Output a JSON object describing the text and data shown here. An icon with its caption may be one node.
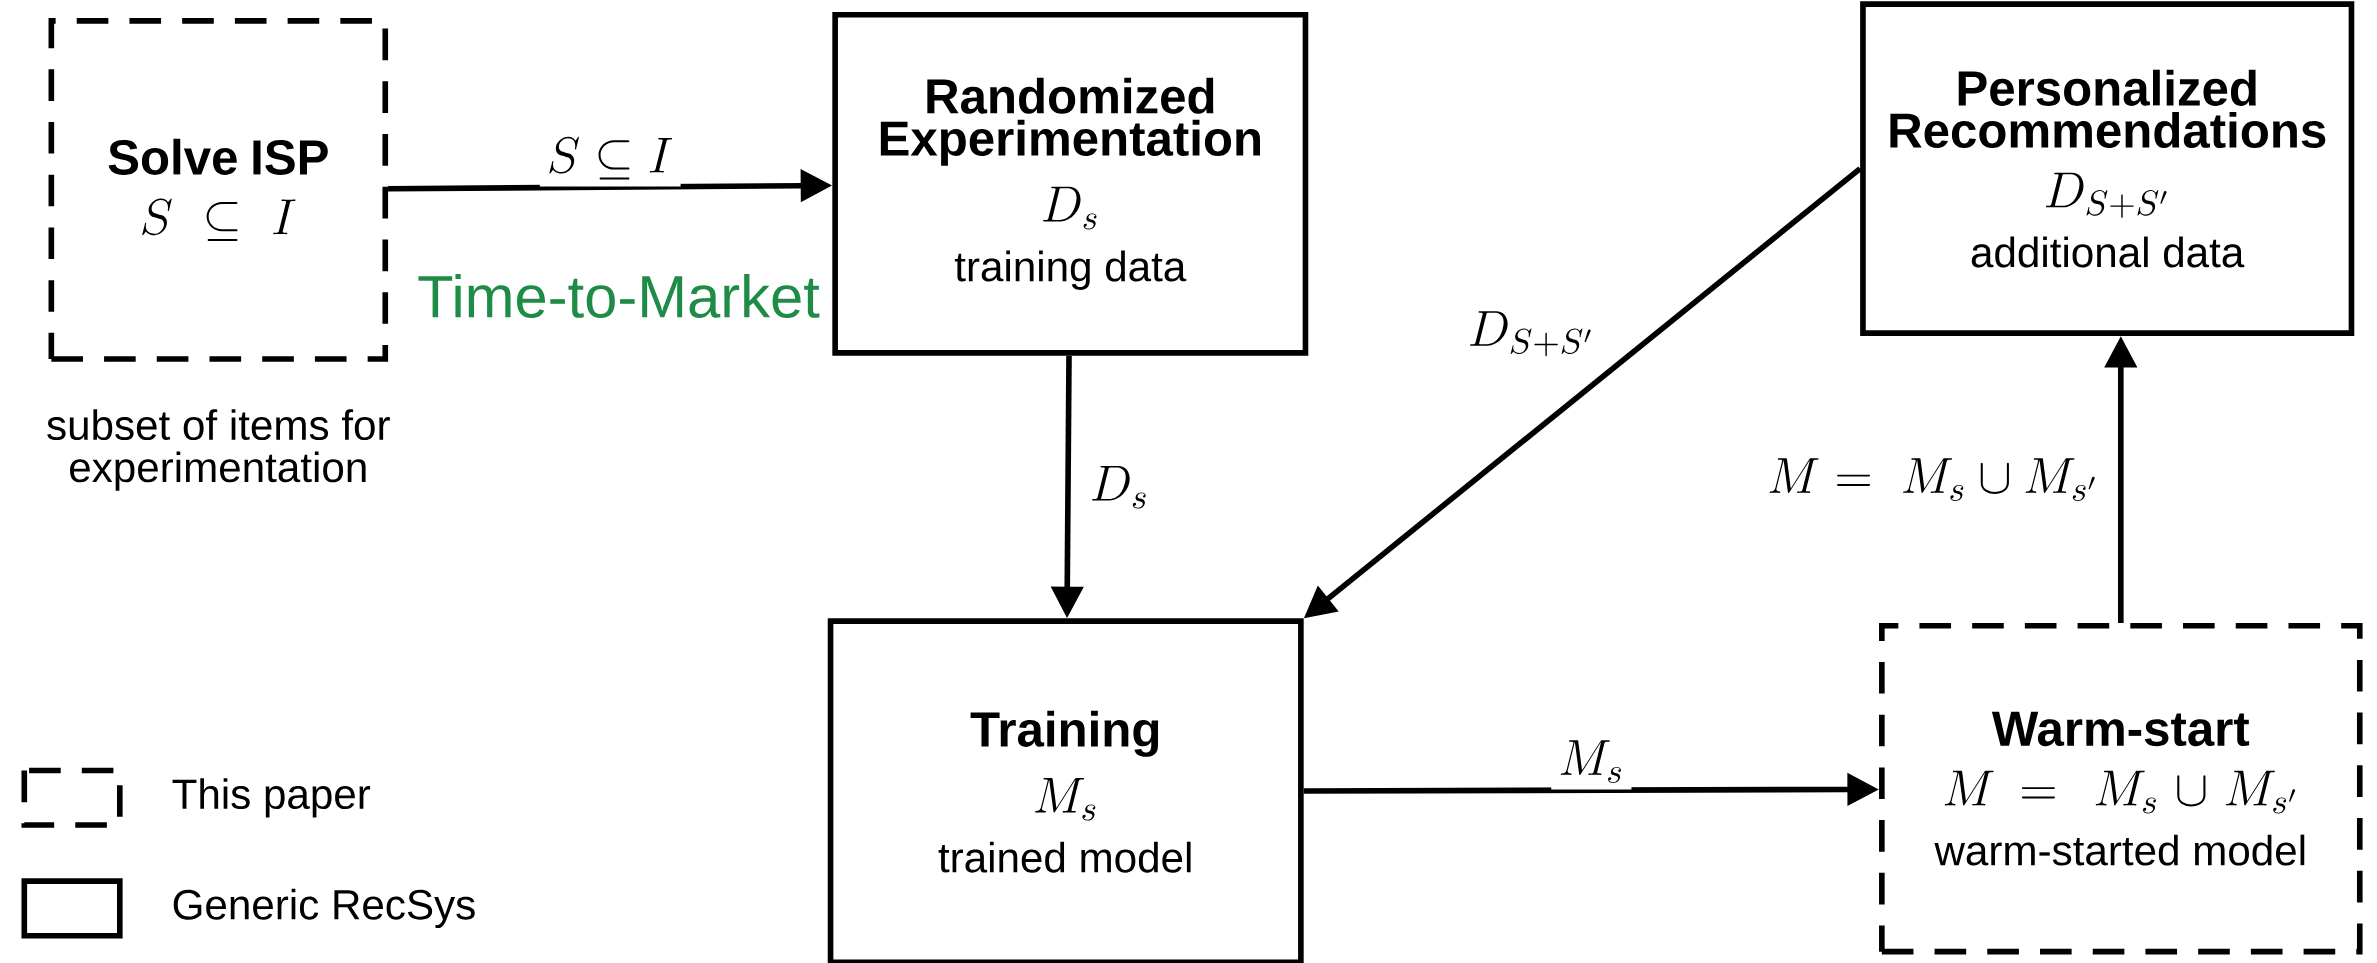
{
  "diagram": {
    "nodes": [
      {
        "text": [
          "Solve ISP",
          "S \\subseteq I"
        ],
        "beside": [
          "subset of items for experimentation"
        ]
      },
      {
        "text": [
          "Randomized Experimentation",
          "D_s",
          "training data"
        ]
      },
      {
        "text": [
          "Personalized Recommendations",
          "D_{S+S'}",
          "additional data"
        ]
      },
      {
        "text": [
          "Training",
          "M_s",
          "trained model"
        ]
      },
      {
        "text": [
          "Warm-start",
          "M =\\ M_s \\cup M_{s'}",
          "warm-started model"
        ]
      }
    ],
    "edges": [
      {
        "from": 0,
        "to": 1,
        "arrow": "to",
        "label": "S \\subseteq I"
      },
      {
        "from": 1,
        "to": 3,
        "arrow": "to",
        "label": "D_s"
      },
      {
        "from": 2,
        "to": 3,
        "arrow": "to",
        "label": "D_{S+S'}"
      },
      {
        "from": 3,
        "to": 4,
        "arrow": "to",
        "label": "M_s"
      },
      {
        "from": 4,
        "to": 2,
        "arrow": "to",
        "label": "M =\\ M_s \\cup M_{s'}"
      }
    ],
    "labels": [
      "Time-to-Market"
    ],
    "legend": [
      {
        "text": "This paper"
      },
      {
        "text": "Generic RecSys"
      }
    ]
  }
}
